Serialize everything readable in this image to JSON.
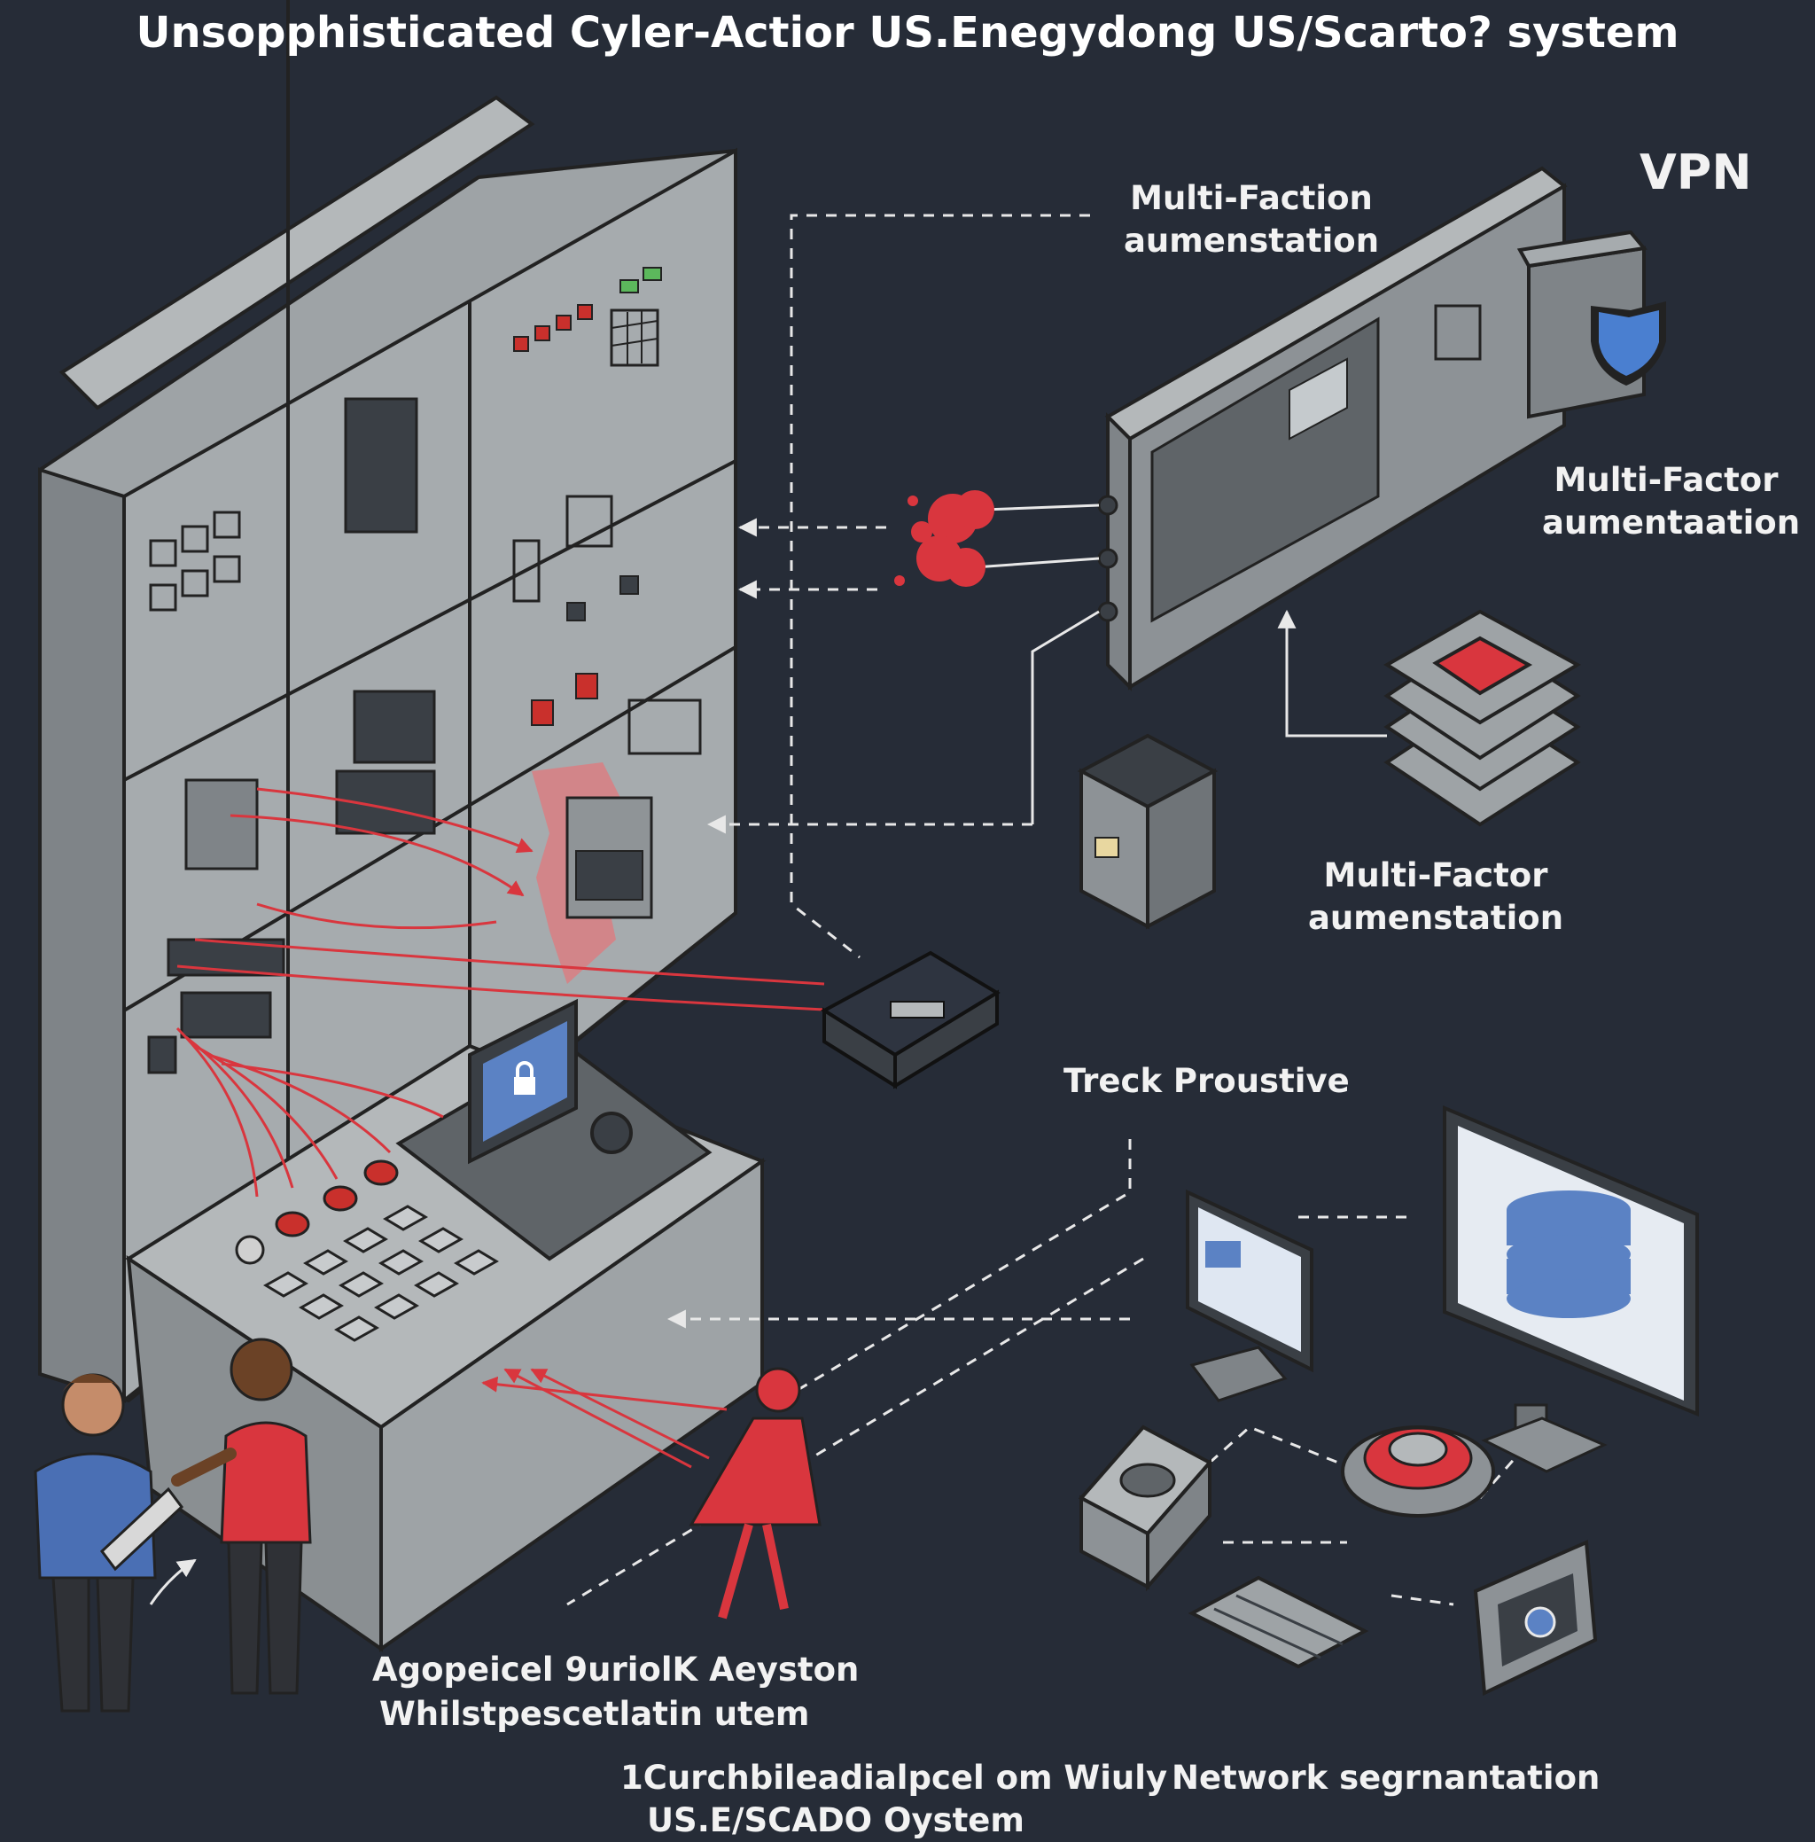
{
  "title": "Unsopphisticated Cyler-Actior US.Enegydong US/Scarto? system",
  "labels": {
    "vpn": "VPN",
    "mfa_top": "Multi-Faction aumenstation",
    "mfa_right": "Multi-Factor aumentaation",
    "mfa_mid": "Multi-Factor aumenstation",
    "treck": "Treck Proustive",
    "agop": "Agopeicel 9uriolK Aeyston",
    "whils": "Whilstpescetlatin utem",
    "curch": "1Curchbileadialpcel om Wiuly",
    "curch2": "US.E/SCADO Oystem",
    "netseg": "Network segrnantation"
  },
  "colors": {
    "background": "#262c37",
    "panel": "#9ea3a6",
    "panel_dark": "#7f8488",
    "attack": "#d9363e",
    "screen": "#5b82c4",
    "line": "#e8e8e8"
  },
  "icons": [
    "shield-icon",
    "lock-icon",
    "database-icon",
    "keyboard-icon"
  ]
}
